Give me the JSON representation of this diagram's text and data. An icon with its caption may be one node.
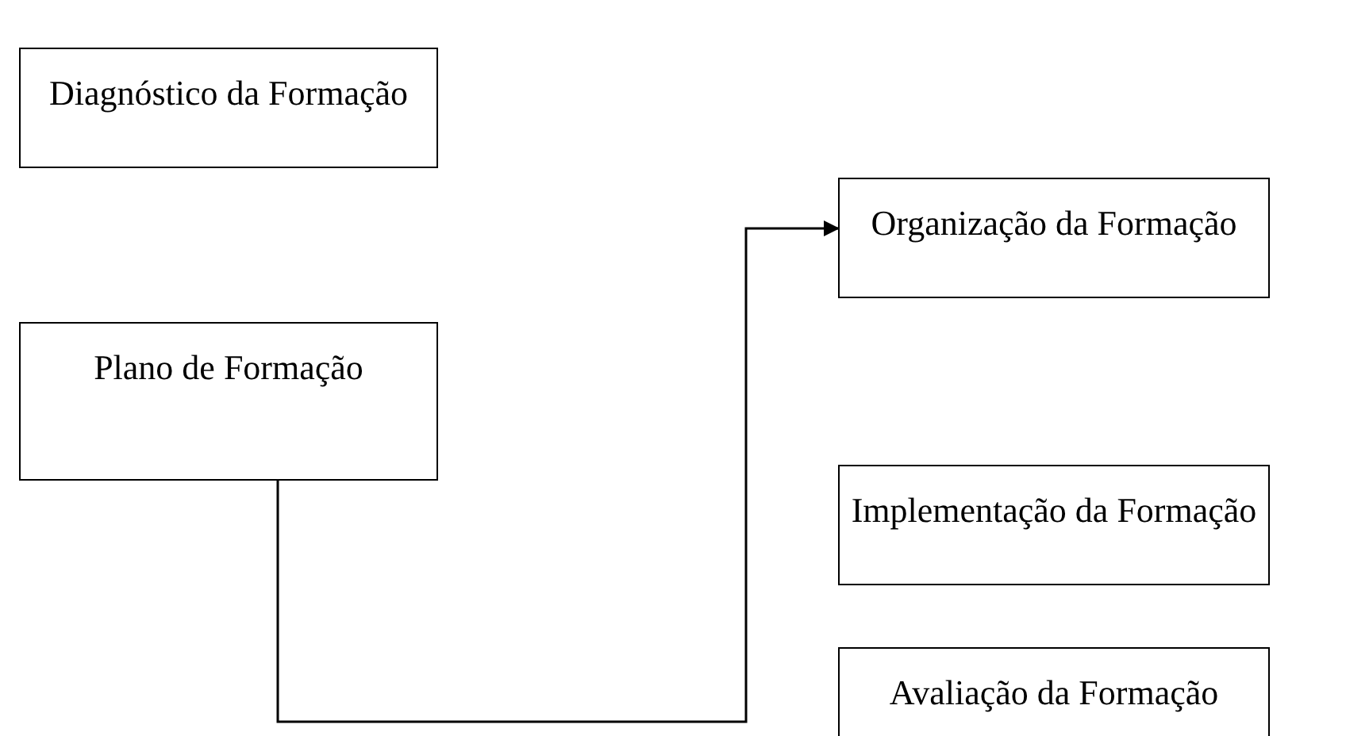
{
  "diagram": {
    "nodes": [
      {
        "text": [
          "Diagnóstico da Formação"
        ]
      },
      {
        "text": [
          "Plano de Formação"
        ]
      },
      {
        "text": [
          "Organização da Formação"
        ]
      },
      {
        "text": [
          "Implementação da Formação"
        ]
      },
      {
        "text": [
          "Avaliação da Formação"
        ]
      }
    ],
    "edges": [
      {
        "from": 1,
        "to": 2,
        "arrow": "to"
      }
    ]
  }
}
